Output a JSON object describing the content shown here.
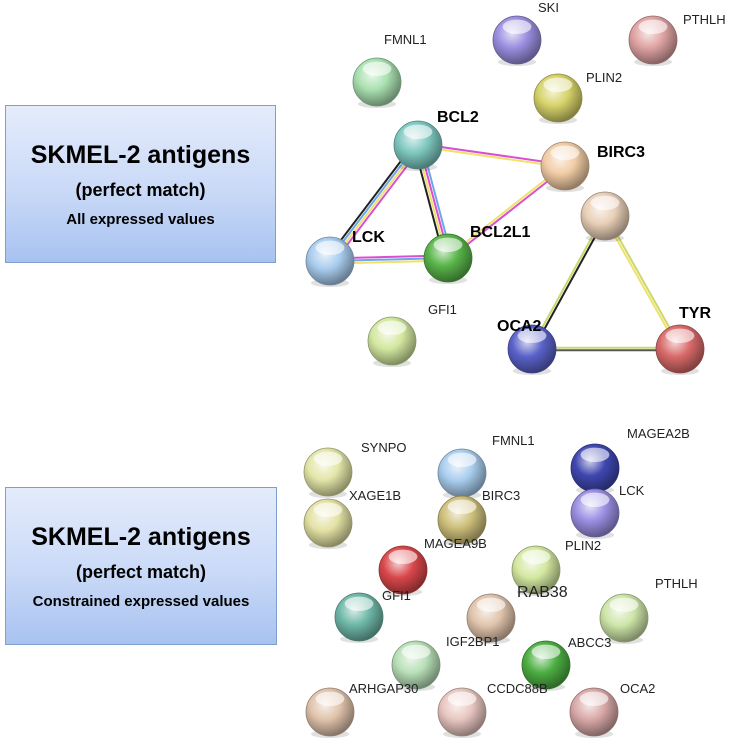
{
  "panels": [
    {
      "title": "SKMEL-2 antigens",
      "subtitle": "(perfect match)",
      "note": "All expressed values"
    },
    {
      "title": "SKMEL-2 antigens",
      "subtitle": "(perfect match)",
      "note": "Constrained expressed values"
    }
  ],
  "networks": [
    {
      "nodes": [
        {
          "id": "SKI",
          "label": "SKI",
          "color": "#9b8fe0",
          "bold": false
        },
        {
          "id": "PTHLH",
          "label": "PTHLH",
          "color": "#e0a3a3",
          "bold": false
        },
        {
          "id": "FMNL1",
          "label": "FMNL1",
          "color": "#a9e0b0",
          "bold": false
        },
        {
          "id": "PLIN2",
          "label": "PLIN2",
          "color": "#d6d36a",
          "bold": false
        },
        {
          "id": "BCL2",
          "label": "BCL2",
          "color": "#7ec8c0",
          "bold": true
        },
        {
          "id": "BIRC3",
          "label": "BIRC3",
          "color": "#f1cca5",
          "bold": true
        },
        {
          "id": "LCK",
          "label": "LCK",
          "color": "#a9cdee",
          "bold": true
        },
        {
          "id": "BCL2L1",
          "label": "BCL2L1",
          "color": "#59b54a",
          "bold": true
        },
        {
          "id": "OCA2_TOP",
          "label": "",
          "color": "#e9cfb8",
          "bold": false
        },
        {
          "id": "GFI1",
          "label": "GFI1",
          "color": "#d3e8a0",
          "bold": false
        },
        {
          "id": "OCA2",
          "label": "OCA2",
          "color": "#5a62c9",
          "bold": true
        },
        {
          "id": "TYR",
          "label": "TYR",
          "color": "#d96a6a",
          "bold": true
        }
      ],
      "edges": [
        {
          "a": "BCL2",
          "b": "LCK",
          "colors": [
            "#d84fd0",
            "#f0e16a",
            "#6fa6e8",
            "#222"
          ]
        },
        {
          "a": "BCL2",
          "b": "BCL2L1",
          "colors": [
            "#6fa6e8",
            "#d84fd0",
            "#f0e16a",
            "#222"
          ]
        },
        {
          "a": "LCK",
          "b": "BCL2L1",
          "colors": [
            "#d84fd0",
            "#6fa6e8",
            "#f0e16a"
          ]
        },
        {
          "a": "BCL2",
          "b": "BIRC3",
          "colors": [
            "#d84fd0",
            "#f0e16a"
          ]
        },
        {
          "a": "BIRC3",
          "b": "BCL2L1",
          "colors": [
            "#d84fd0",
            "#f0e16a"
          ]
        },
        {
          "a": "OCA2_TOP",
          "b": "OCA2",
          "colors": [
            "#222",
            "#c9d96a"
          ]
        },
        {
          "a": "OCA2_TOP",
          "b": "TYR",
          "colors": [
            "#c9d96a",
            "#f0e16a"
          ]
        },
        {
          "a": "OCA2",
          "b": "TYR",
          "colors": [
            "#c9d96a",
            "#555"
          ]
        }
      ]
    },
    {
      "nodes": [
        {
          "id": "SYNPO",
          "label": "SYNPO",
          "color": "#e3e6a8",
          "bold": false
        },
        {
          "id": "FMNL1",
          "label": "FMNL1",
          "color": "#a9cdee",
          "bold": false
        },
        {
          "id": "MAGEA2B",
          "label": "MAGEA2B",
          "color": "#3f47b0",
          "bold": false
        },
        {
          "id": "XAGE1B",
          "label": "XAGE1B",
          "color": "#e3e1a3",
          "bold": false
        },
        {
          "id": "BIRC3",
          "label": "BIRC3",
          "color": "#cdbf7a",
          "bold": false
        },
        {
          "id": "LCK",
          "label": "LCK",
          "color": "#9a8fe3",
          "bold": false
        },
        {
          "id": "MAGEA9B",
          "label": "MAGEA9B",
          "color": "#d9474a",
          "bold": false
        },
        {
          "id": "PLIN2",
          "label": "PLIN2",
          "color": "#d3e8a0",
          "bold": false
        },
        {
          "id": "RAB38",
          "label": "RAB38",
          "color": "#e0c3ab",
          "bold": false
        },
        {
          "id": "PTHLH",
          "label": "PTHLH",
          "color": "#cde5a8",
          "bold": false
        },
        {
          "id": "GFI1",
          "label": "GFI1",
          "color": "#6fb8a8",
          "bold": false
        },
        {
          "id": "IGF2BP1",
          "label": "IGF2BP1",
          "color": "#b8e0b8",
          "bold": false
        },
        {
          "id": "ABCC3",
          "label": "ABCC3",
          "color": "#4cae42",
          "bold": false
        },
        {
          "id": "ARHGAP30",
          "label": "ARHGAP30",
          "color": "#e0c3ab",
          "bold": false
        },
        {
          "id": "CCDC88B",
          "label": "CCDC88B",
          "color": "#e8c6c0",
          "bold": false
        },
        {
          "id": "OCA2",
          "label": "OCA2",
          "color": "#d9a8a8",
          "bold": false
        }
      ],
      "edges": []
    }
  ]
}
